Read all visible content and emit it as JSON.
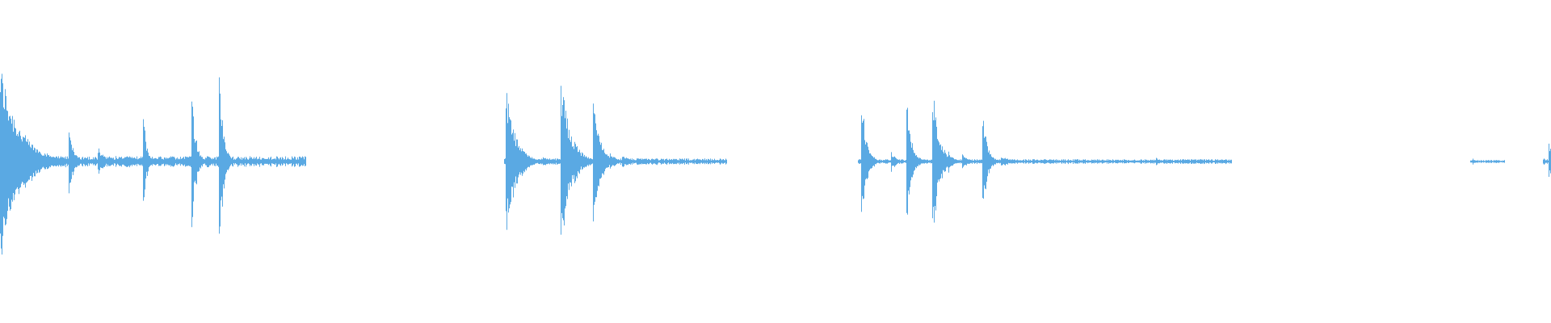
{
  "waveform": {
    "color": "#5aa9e3",
    "segments": [
      {
        "start": 0.0,
        "end": 0.197,
        "noise": 0.035,
        "transients": [
          {
            "t": 0.0,
            "amp": 1.0,
            "decay": 0.012
          },
          {
            "t": 0.044,
            "amp": 0.5,
            "decay": 0.0025
          },
          {
            "t": 0.063,
            "amp": 0.15,
            "decay": 0.004
          },
          {
            "t": 0.074,
            "amp": 0.07,
            "decay": 0.003
          },
          {
            "t": 0.092,
            "amp": 0.6,
            "decay": 0.002
          },
          {
            "t": 0.123,
            "amp": 0.9,
            "decay": 0.0025
          },
          {
            "t": 0.141,
            "amp": 1.0,
            "decay": 0.0025
          }
        ]
      },
      {
        "start": 0.325,
        "end": 0.468,
        "noise": 0.02,
        "transients": [
          {
            "t": 0.326,
            "amp": 0.75,
            "decay": 0.006
          },
          {
            "t": 0.35,
            "amp": 0.05,
            "decay": 0.005
          },
          {
            "t": 0.361,
            "amp": 0.95,
            "decay": 0.006
          },
          {
            "t": 0.382,
            "amp": 0.78,
            "decay": 0.004
          },
          {
            "t": 0.393,
            "amp": 0.1,
            "decay": 0.004
          },
          {
            "t": 0.401,
            "amp": 0.08,
            "decay": 0.004
          },
          {
            "t": 0.41,
            "amp": 0.05,
            "decay": 0.006
          }
        ]
      },
      {
        "start": 0.553,
        "end": 0.794,
        "noise": 0.015,
        "transients": [
          {
            "t": 0.555,
            "amp": 0.78,
            "decay": 0.003
          },
          {
            "t": 0.574,
            "amp": 0.12,
            "decay": 0.003
          },
          {
            "t": 0.584,
            "amp": 0.78,
            "decay": 0.003
          },
          {
            "t": 0.601,
            "amp": 0.85,
            "decay": 0.004
          },
          {
            "t": 0.611,
            "amp": 0.12,
            "decay": 0.003
          },
          {
            "t": 0.62,
            "amp": 0.1,
            "decay": 0.003
          },
          {
            "t": 0.633,
            "amp": 0.55,
            "decay": 0.003
          },
          {
            "t": 0.645,
            "amp": 0.06,
            "decay": 0.006
          },
          {
            "t": 0.745,
            "amp": 0.04,
            "decay": 0.004
          }
        ]
      },
      {
        "start": 0.948,
        "end": 0.97,
        "noise": 0.01,
        "transients": [
          {
            "t": 0.949,
            "amp": 0.04,
            "decay": 0.002
          }
        ]
      },
      {
        "start": 0.995,
        "end": 1.0,
        "noise": 0.02,
        "transients": [
          {
            "t": 0.998,
            "amp": 0.3,
            "decay": 0.002
          }
        ]
      }
    ]
  }
}
